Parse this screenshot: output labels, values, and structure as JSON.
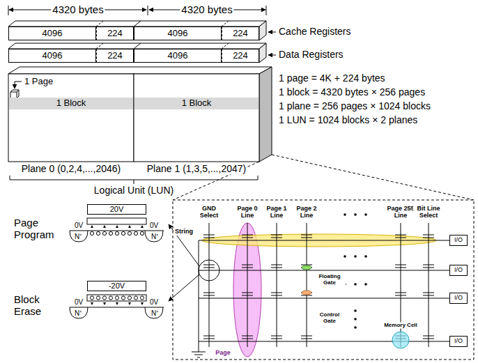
{
  "diagram": {
    "nodes": [
      {
        "text": [
          "4096"
        ]
      },
      {
        "text": [
          "224"
        ]
      },
      {
        "text": [
          "4096"
        ]
      },
      {
        "text": [
          "224"
        ]
      },
      {
        "text": [
          "4096"
        ]
      },
      {
        "text": [
          "224"
        ]
      },
      {
        "text": [
          "4096"
        ]
      },
      {
        "text": [
          "224"
        ]
      },
      {
        "text": [
          "1 Block"
        ]
      },
      {
        "text": [
          "1 Block"
        ]
      },
      {
        "text": [
          "20V"
        ]
      },
      {
        "text": [
          "-20V"
        ]
      },
      {
        "text": [
          "I/O"
        ]
      },
      {
        "text": [
          "I/O"
        ]
      },
      {
        "text": [
          "I/O"
        ]
      },
      {
        "text": [
          "I/O"
        ]
      }
    ],
    "labels": [
      "4320 bytes",
      "4320 bytes",
      "Cache Registers",
      "Data Registers",
      "1 Page",
      "1 page = 4K + 224 bytes",
      "1 block = 4320 bytes × 256 pages",
      "1 plane = 256 pages × 1024 blocks",
      "1 LUN = 1024 blocks × 2 planes",
      "Plane 0 (0,2,4,...,2046)",
      "Plane 1 (1,3,5,...,2047)",
      "Logical Unit (LUN)",
      "Page Program",
      "0V",
      "0V",
      "N⁺",
      "N⁺",
      "Block Erase",
      "0V",
      "0V",
      "N⁺",
      "N⁺",
      "GND Select",
      "Page 0 Line",
      "Page 1 Line",
      "Page 2 Line",
      "Page 255 Line",
      "Bit Line Select",
      "String",
      "Floating Gate",
      "Control Gate",
      "Memory Cell",
      "Page"
    ]
  }
}
